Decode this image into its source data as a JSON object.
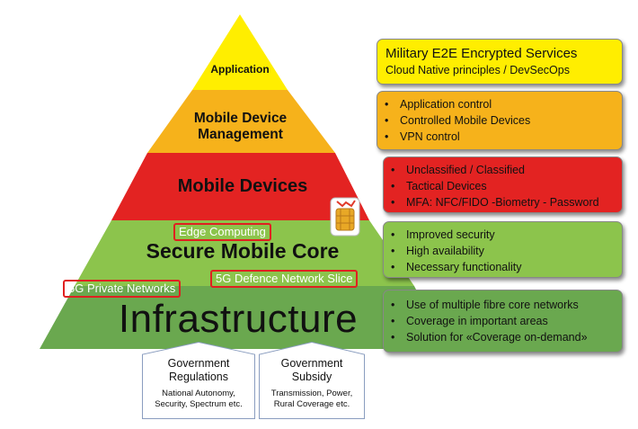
{
  "colors": {
    "yellow": "#ffee00",
    "orange": "#f6b21b",
    "red": "#e32322",
    "light_green": "#8cc44c",
    "green": "#6aa84f",
    "redbox_border": "#e02020"
  },
  "pyramid": {
    "application": "Application",
    "mdm": "Mobile Device Management",
    "mobile_devices": "Mobile Devices",
    "secure_core": "Secure Mobile Core",
    "infrastructure": "Infrastructure",
    "tags": {
      "edge": "Edge Computing",
      "private": "5G Private Networks",
      "slice": "5G Defence Network Slice"
    },
    "sim_icon": "sim-card-icon"
  },
  "panels": {
    "military": {
      "title": "Military E2E Encrypted Services",
      "subtitle": "Cloud Native principles / DevSecOps"
    },
    "mdm_items": [
      "Application control",
      "Controlled Mobile Devices",
      "VPN control"
    ],
    "devices_items": [
      "Unclassified / Classified",
      "Tactical  Devices",
      "MFA: NFC/FIDO -Biometry - Password"
    ],
    "core_items": [
      "Improved security",
      "High availability",
      "Necessary functionality"
    ],
    "infra_items": [
      "Use of multiple fibre core networks",
      "Coverage in important areas",
      "Solution for «Coverage on-demand»"
    ]
  },
  "pillars": {
    "gov_reg": {
      "title1": "Government",
      "title2": "Regulations",
      "sub1": "National Autonomy,",
      "sub2": "Security, Spectrum etc."
    },
    "gov_sub": {
      "title1": "Government",
      "title2": "Subsidy",
      "sub1": "Transmission, Power,",
      "sub2": "Rural Coverage etc."
    }
  }
}
